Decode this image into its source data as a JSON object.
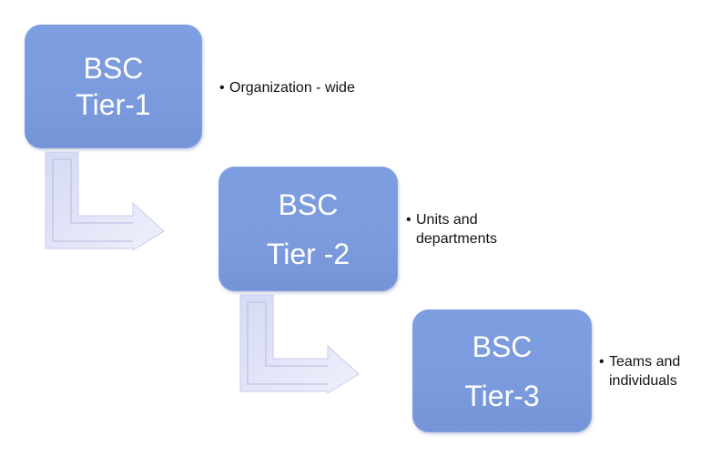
{
  "diagram": {
    "type": "tiered-cascade",
    "tiers": [
      {
        "title": "BSC",
        "subtitle": "Tier-1",
        "description": "Organization - wide"
      },
      {
        "title": "BSC",
        "subtitle": "Tier -2",
        "description_lines": [
          "Units and",
          "departments"
        ]
      },
      {
        "title": "BSC",
        "subtitle": "Tier-3",
        "description_lines": [
          "Teams and",
          "individuals"
        ]
      }
    ],
    "bullet_glyph": "•",
    "connectors": [
      {
        "from": "Tier-1",
        "to": "Tier -2",
        "icon": "bent-arrow-icon"
      },
      {
        "from": "Tier -2",
        "to": "Tier-3",
        "icon": "bent-arrow-icon"
      }
    ],
    "colors": {
      "box_fill": "#7b9bde",
      "box_text": "#ffffff",
      "arrow_fill": "#dfe3f7",
      "bullet_text": "#111111"
    }
  }
}
